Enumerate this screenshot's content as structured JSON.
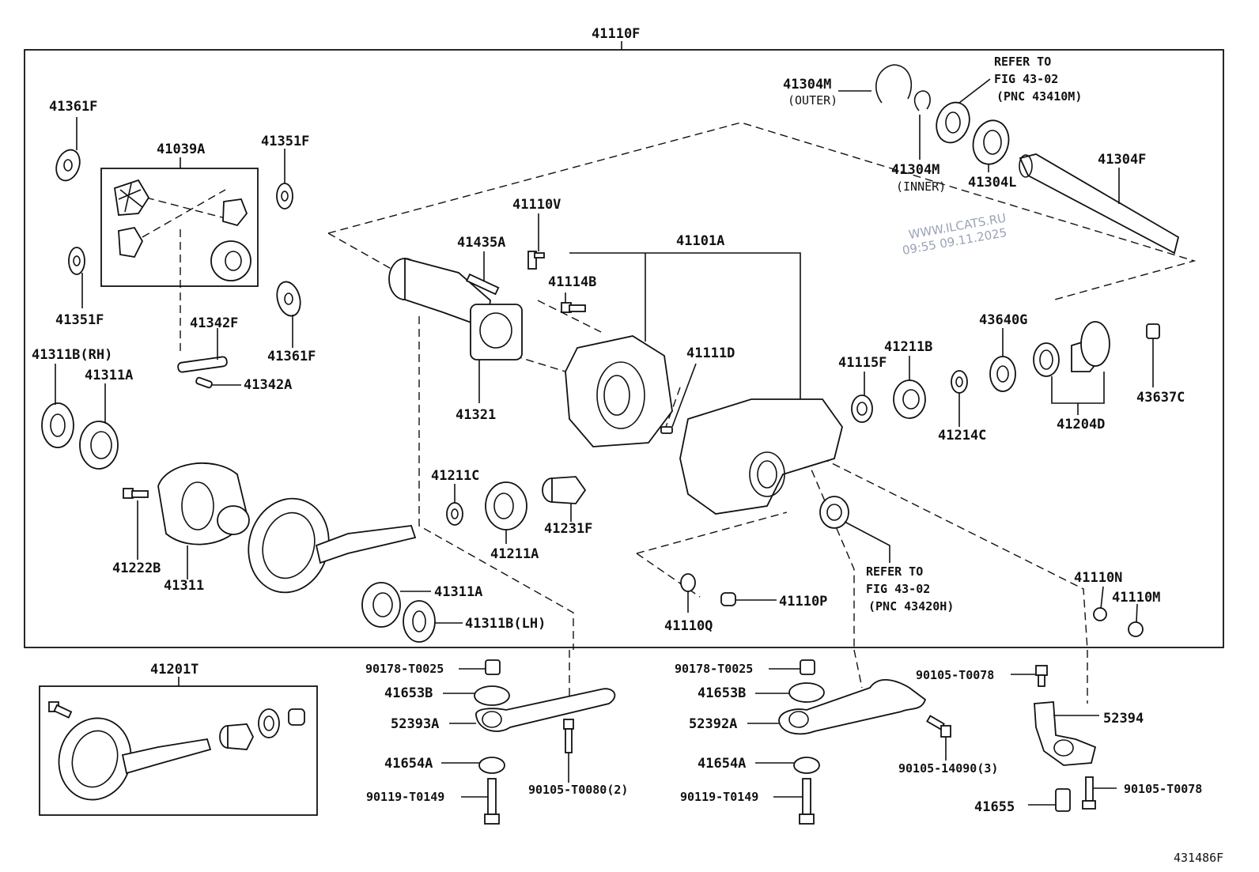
{
  "diagram": {
    "assembly_label": "41110F",
    "figure_code": "431486F",
    "watermark_site": "WWW.ILCATS.RU",
    "watermark_time": "09:55 09.11.2025",
    "callouts": [
      {
        "id": "41361F_a",
        "text": "41361F"
      },
      {
        "id": "41039A",
        "text": "41039A"
      },
      {
        "id": "41351F_a",
        "text": "41351F"
      },
      {
        "id": "41351F_b",
        "text": "41351F"
      },
      {
        "id": "41342F",
        "text": "41342F"
      },
      {
        "id": "41361F_b",
        "text": "41361F"
      },
      {
        "id": "41311B_RH",
        "text": "41311B(RH)"
      },
      {
        "id": "41311A_a",
        "text": "41311A"
      },
      {
        "id": "41342A",
        "text": "41342A"
      },
      {
        "id": "41222B",
        "text": "41222B"
      },
      {
        "id": "41311",
        "text": "41311"
      },
      {
        "id": "41311A_b",
        "text": "41311A"
      },
      {
        "id": "41311B_LH",
        "text": "41311B(LH)"
      },
      {
        "id": "41435A",
        "text": "41435A"
      },
      {
        "id": "41110V",
        "text": "41110V"
      },
      {
        "id": "41114B",
        "text": "41114B"
      },
      {
        "id": "41101A",
        "text": "41101A"
      },
      {
        "id": "41321",
        "text": "41321"
      },
      {
        "id": "41111D",
        "text": "41111D"
      },
      {
        "id": "41211C",
        "text": "41211C"
      },
      {
        "id": "41211A",
        "text": "41211A"
      },
      {
        "id": "41231F",
        "text": "41231F"
      },
      {
        "id": "41304M_outer",
        "text": "41304M"
      },
      {
        "id": "41304M_inner",
        "text": "41304M"
      },
      {
        "id": "41304L",
        "text": "41304L"
      },
      {
        "id": "41304F",
        "text": "41304F"
      },
      {
        "id": "43640G",
        "text": "43640G"
      },
      {
        "id": "41211B",
        "text": "41211B"
      },
      {
        "id": "41115F",
        "text": "41115F"
      },
      {
        "id": "41214C",
        "text": "41214C"
      },
      {
        "id": "41204D",
        "text": "41204D"
      },
      {
        "id": "43637C",
        "text": "43637C"
      },
      {
        "id": "41110N",
        "text": "41110N"
      },
      {
        "id": "41110M",
        "text": "41110M"
      },
      {
        "id": "41110P",
        "text": "41110P"
      },
      {
        "id": "41110Q",
        "text": "41110Q"
      },
      {
        "id": "41201T",
        "text": "41201T"
      },
      {
        "id": "90178_a",
        "text": "90178-T0025"
      },
      {
        "id": "41653B_a",
        "text": "41653B"
      },
      {
        "id": "52393A",
        "text": "52393A"
      },
      {
        "id": "41654A_a",
        "text": "41654A"
      },
      {
        "id": "90119_a",
        "text": "90119-T0149"
      },
      {
        "id": "90105_T0080",
        "text": "90105-T0080(2)"
      },
      {
        "id": "90178_b",
        "text": "90178-T0025"
      },
      {
        "id": "41653B_b",
        "text": "41653B"
      },
      {
        "id": "52392A",
        "text": "52392A"
      },
      {
        "id": "41654A_b",
        "text": "41654A"
      },
      {
        "id": "90119_b",
        "text": "90119-T0149"
      },
      {
        "id": "90105_14090",
        "text": "90105-14090(3)"
      },
      {
        "id": "90105_T0078_a",
        "text": "90105-T0078"
      },
      {
        "id": "52394",
        "text": "52394"
      },
      {
        "id": "41655",
        "text": "41655"
      },
      {
        "id": "90105_T0078_b",
        "text": "90105-T0078"
      }
    ],
    "qualifiers": {
      "outer": "(OUTER)",
      "inner": "(INNER)"
    },
    "refer_notes": [
      {
        "id": "top",
        "lines": [
          "REFER TO",
          "FIG 43-02",
          "(PNC 43410M)"
        ]
      },
      {
        "id": "bottom",
        "lines": [
          "REFER TO",
          "FIG 43-02",
          "(PNC 43420H)"
        ]
      }
    ]
  }
}
